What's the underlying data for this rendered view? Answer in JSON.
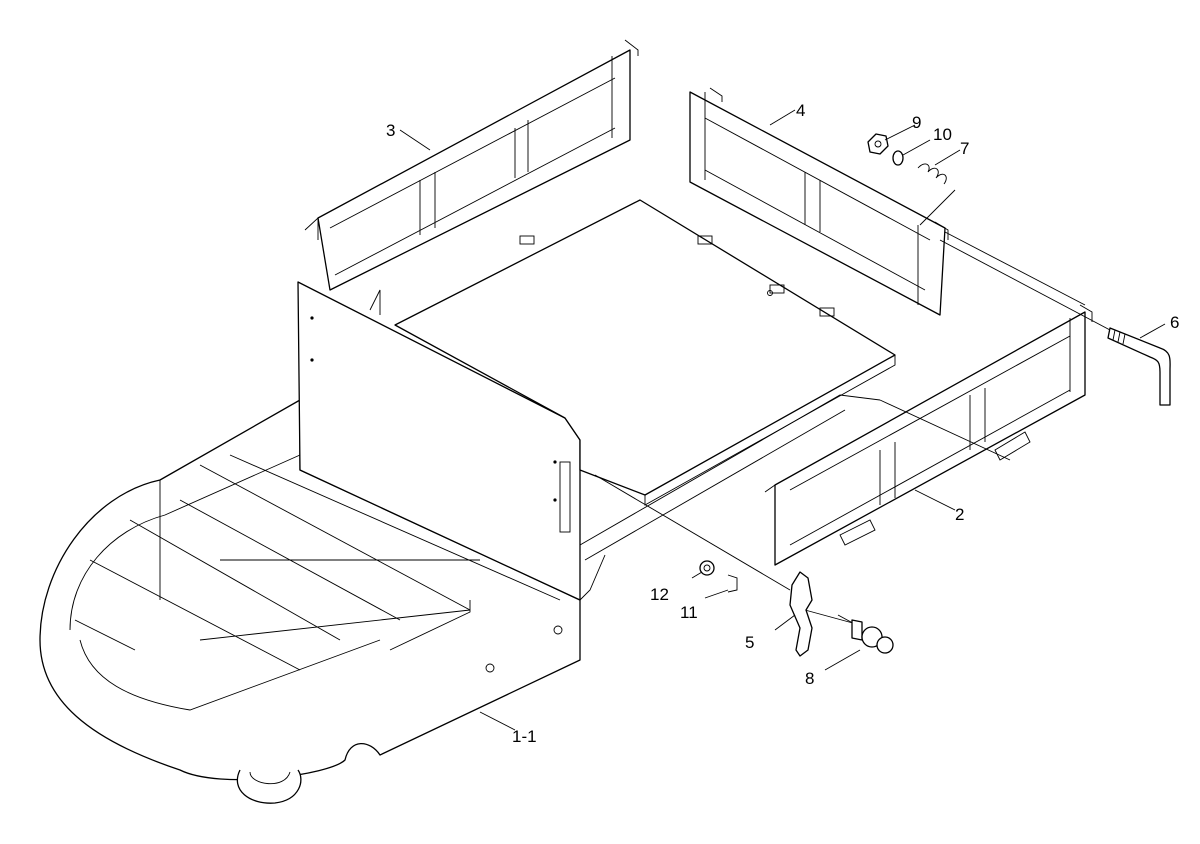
{
  "diagram": {
    "callouts": [
      {
        "id": "body",
        "label": "1-1"
      },
      {
        "id": "side-rail-right",
        "label": "2"
      },
      {
        "id": "side-rail-left",
        "label": "3"
      },
      {
        "id": "rear-rail",
        "label": "4"
      },
      {
        "id": "lock-handle",
        "label": "5"
      },
      {
        "id": "pin",
        "label": "6"
      },
      {
        "id": "spring",
        "label": "7"
      },
      {
        "id": "bolt",
        "label": "8"
      },
      {
        "id": "nut",
        "label": "9"
      },
      {
        "id": "washer-a",
        "label": "10"
      },
      {
        "id": "clip",
        "label": "11"
      },
      {
        "id": "washer-b",
        "label": "12"
      }
    ]
  }
}
